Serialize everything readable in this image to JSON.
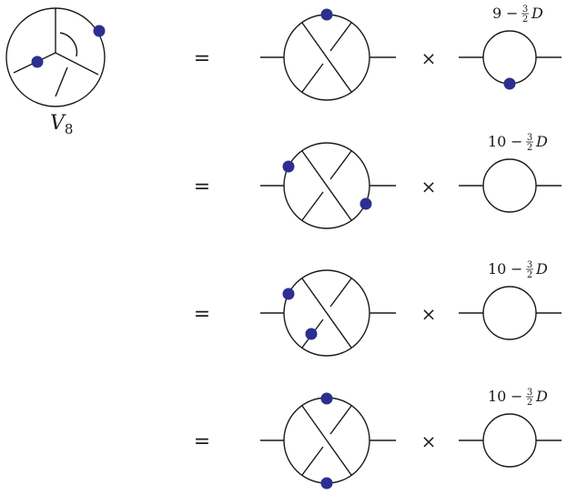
{
  "diagram": {
    "lhs_label": "V",
    "lhs_label_sub": "8",
    "equals_sign": "=",
    "times_sign": "×",
    "rows": [
      {
        "coeff_num": "9",
        "coeff_op": "−",
        "frac_num": "3",
        "frac_den": "2",
        "coeff_var": "D"
      },
      {
        "coeff_num": "10",
        "coeff_op": "−",
        "frac_num": "3",
        "frac_den": "2",
        "coeff_var": "D"
      },
      {
        "coeff_num": "10",
        "coeff_op": "−",
        "frac_num": "3",
        "frac_den": "2",
        "coeff_var": "D"
      },
      {
        "coeff_num": "10",
        "coeff_op": "−",
        "frac_num": "3",
        "frac_den": "2",
        "coeff_var": "D"
      }
    ],
    "colors": {
      "dot": "#2c2f8f",
      "line": "#1a1a1a"
    }
  }
}
